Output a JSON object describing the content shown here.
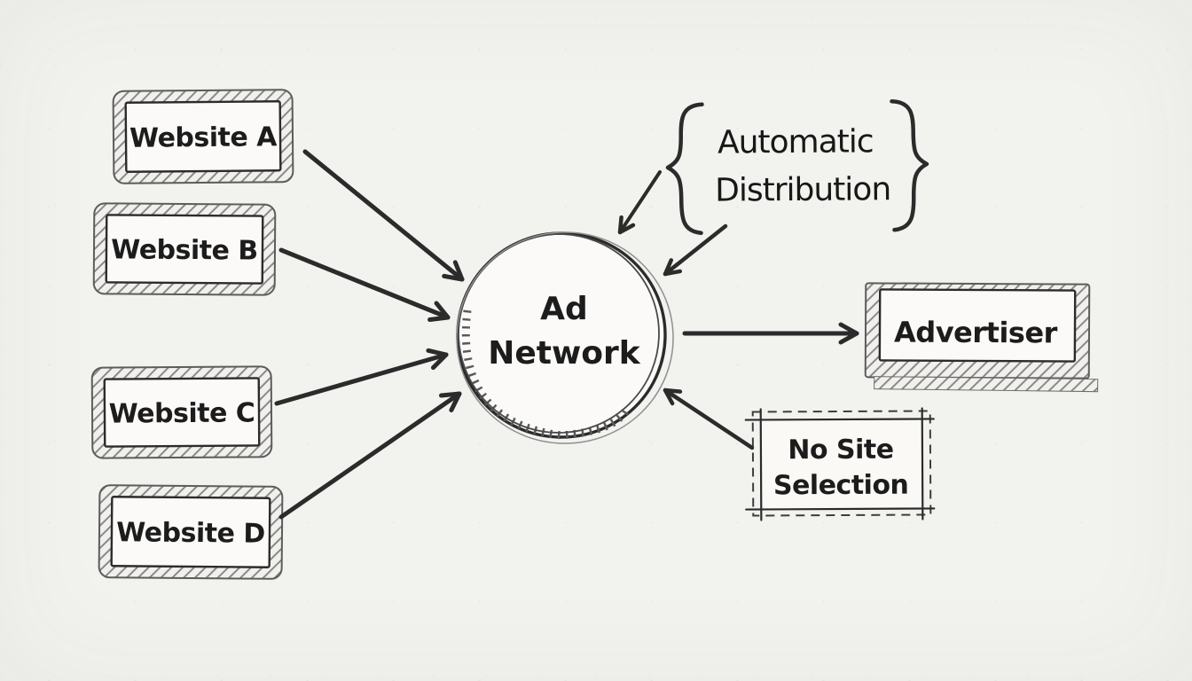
{
  "diagram": {
    "type": "sketch-flow-diagram",
    "colors": {
      "paper": "#f2f2ef",
      "ink": "#2b2b2b",
      "hatch": "#8a8a8a",
      "box_fill": "#fbfaf8"
    },
    "nodes": {
      "website_a": {
        "label": "Website A"
      },
      "website_b": {
        "label": "Website B"
      },
      "website_c": {
        "label": "Website C"
      },
      "website_d": {
        "label": "Website D"
      },
      "ad_network": {
        "line1": "Ad",
        "line2": "Network"
      },
      "advertiser": {
        "label": "Advertiser"
      },
      "automatic_distribution": {
        "line1": "Automatic",
        "line2": "Distribution"
      },
      "no_site_selection": {
        "line1": "No Site",
        "line2": "Selection"
      }
    },
    "icons": {
      "brace_left": "{",
      "brace_right": "}",
      "arrowhead": "›"
    },
    "edges": [
      {
        "from": "website_a",
        "to": "ad_network"
      },
      {
        "from": "website_b",
        "to": "ad_network"
      },
      {
        "from": "website_c",
        "to": "ad_network"
      },
      {
        "from": "website_d",
        "to": "ad_network"
      },
      {
        "from": "ad_network",
        "to": "advertiser"
      },
      {
        "from": "automatic_distribution",
        "to": "ad_network"
      },
      {
        "from": "automatic_distribution",
        "to": "ad_network"
      },
      {
        "from": "no_site_selection",
        "to": "ad_network"
      }
    ]
  }
}
